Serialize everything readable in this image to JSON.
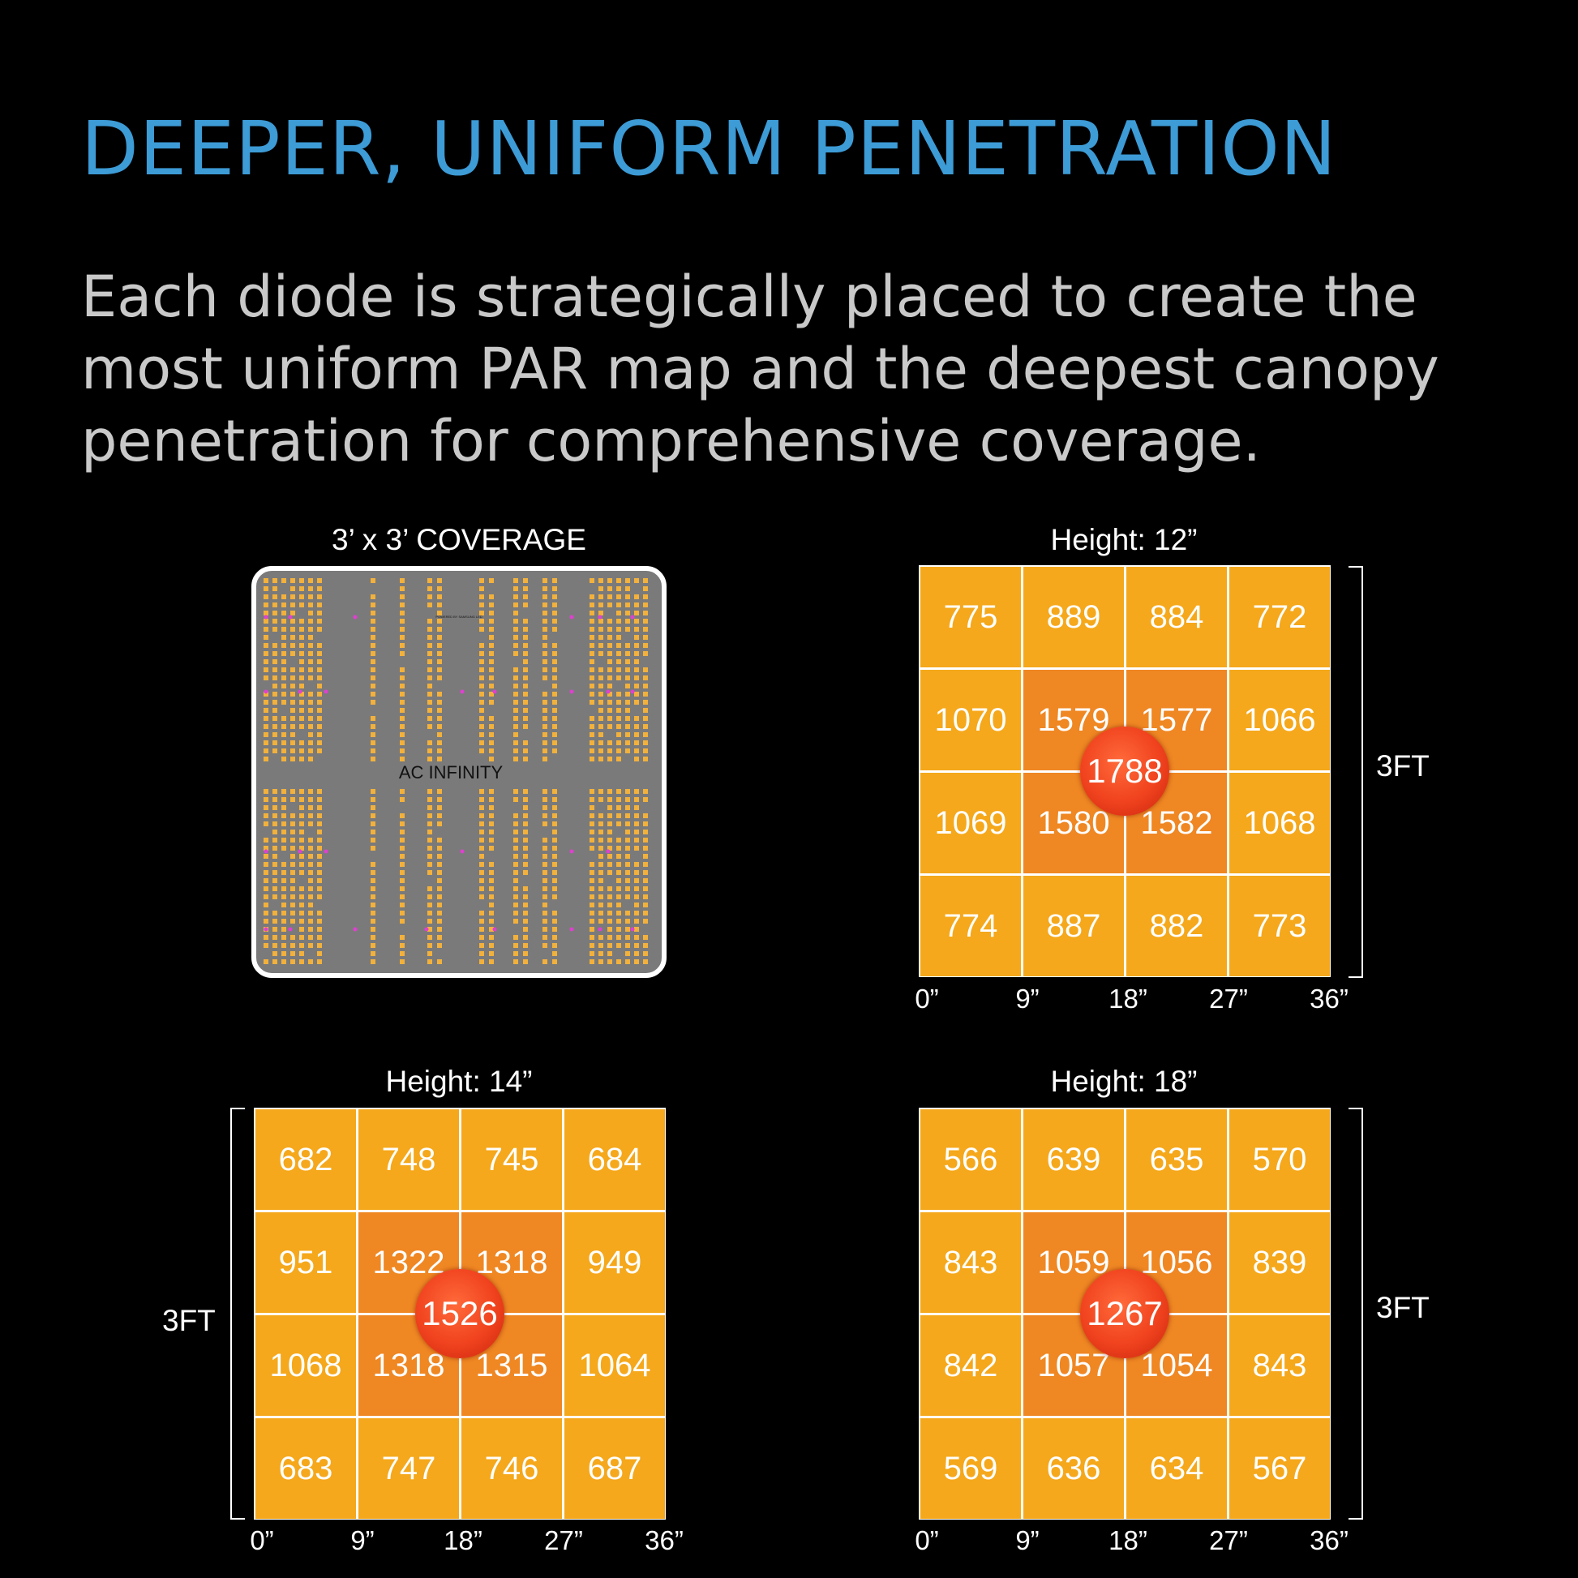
{
  "header": {
    "title": "DEEPER, UNIFORM PENETRATION",
    "subtitle_lines": [
      "Each diode is strategically placed to create the",
      "most uniform PAR map and the deepest canopy",
      "penetration for comprehensive coverage."
    ]
  },
  "coverage": {
    "title": "3’ x 3’ COVERAGE",
    "brand_label": "AC INFINITY",
    "small_label": "POWERED BY SAMSUNG LED"
  },
  "colors": {
    "background": "#000000",
    "title_blue": "#3d9bd6",
    "cell_outer": "#f5a81b",
    "cell_inner": "#ef8723",
    "peak_red": "#f0421e"
  },
  "maps": [
    {
      "title": "Height: 12”",
      "values": [
        [
          775,
          889,
          884,
          772
        ],
        [
          1070,
          1579,
          1577,
          1066
        ],
        [
          1069,
          1580,
          1582,
          1068
        ],
        [
          774,
          887,
          882,
          773
        ]
      ],
      "center": "1788",
      "ticks": [
        "0”",
        "9”",
        "18”",
        "27”",
        "36”"
      ],
      "size_label": "3FT",
      "bracket_side": "right"
    },
    {
      "title": "Height: 14”",
      "values": [
        [
          682,
          748,
          745,
          684
        ],
        [
          951,
          1322,
          1318,
          949
        ],
        [
          1068,
          1318,
          1315,
          1064
        ],
        [
          683,
          747,
          746,
          687
        ]
      ],
      "center": "1526",
      "ticks": [
        "0”",
        "9”",
        "18”",
        "27”",
        "36”"
      ],
      "size_label": "3FT",
      "bracket_side": "left"
    },
    {
      "title": "Height: 18”",
      "values": [
        [
          566,
          639,
          635,
          570
        ],
        [
          843,
          1059,
          1056,
          839
        ],
        [
          842,
          1057,
          1054,
          843
        ],
        [
          569,
          636,
          634,
          567
        ]
      ],
      "center": "1267",
      "ticks": [
        "0”",
        "9”",
        "18”",
        "27”",
        "36”"
      ],
      "size_label": "3FT",
      "bracket_side": "right"
    }
  ]
}
